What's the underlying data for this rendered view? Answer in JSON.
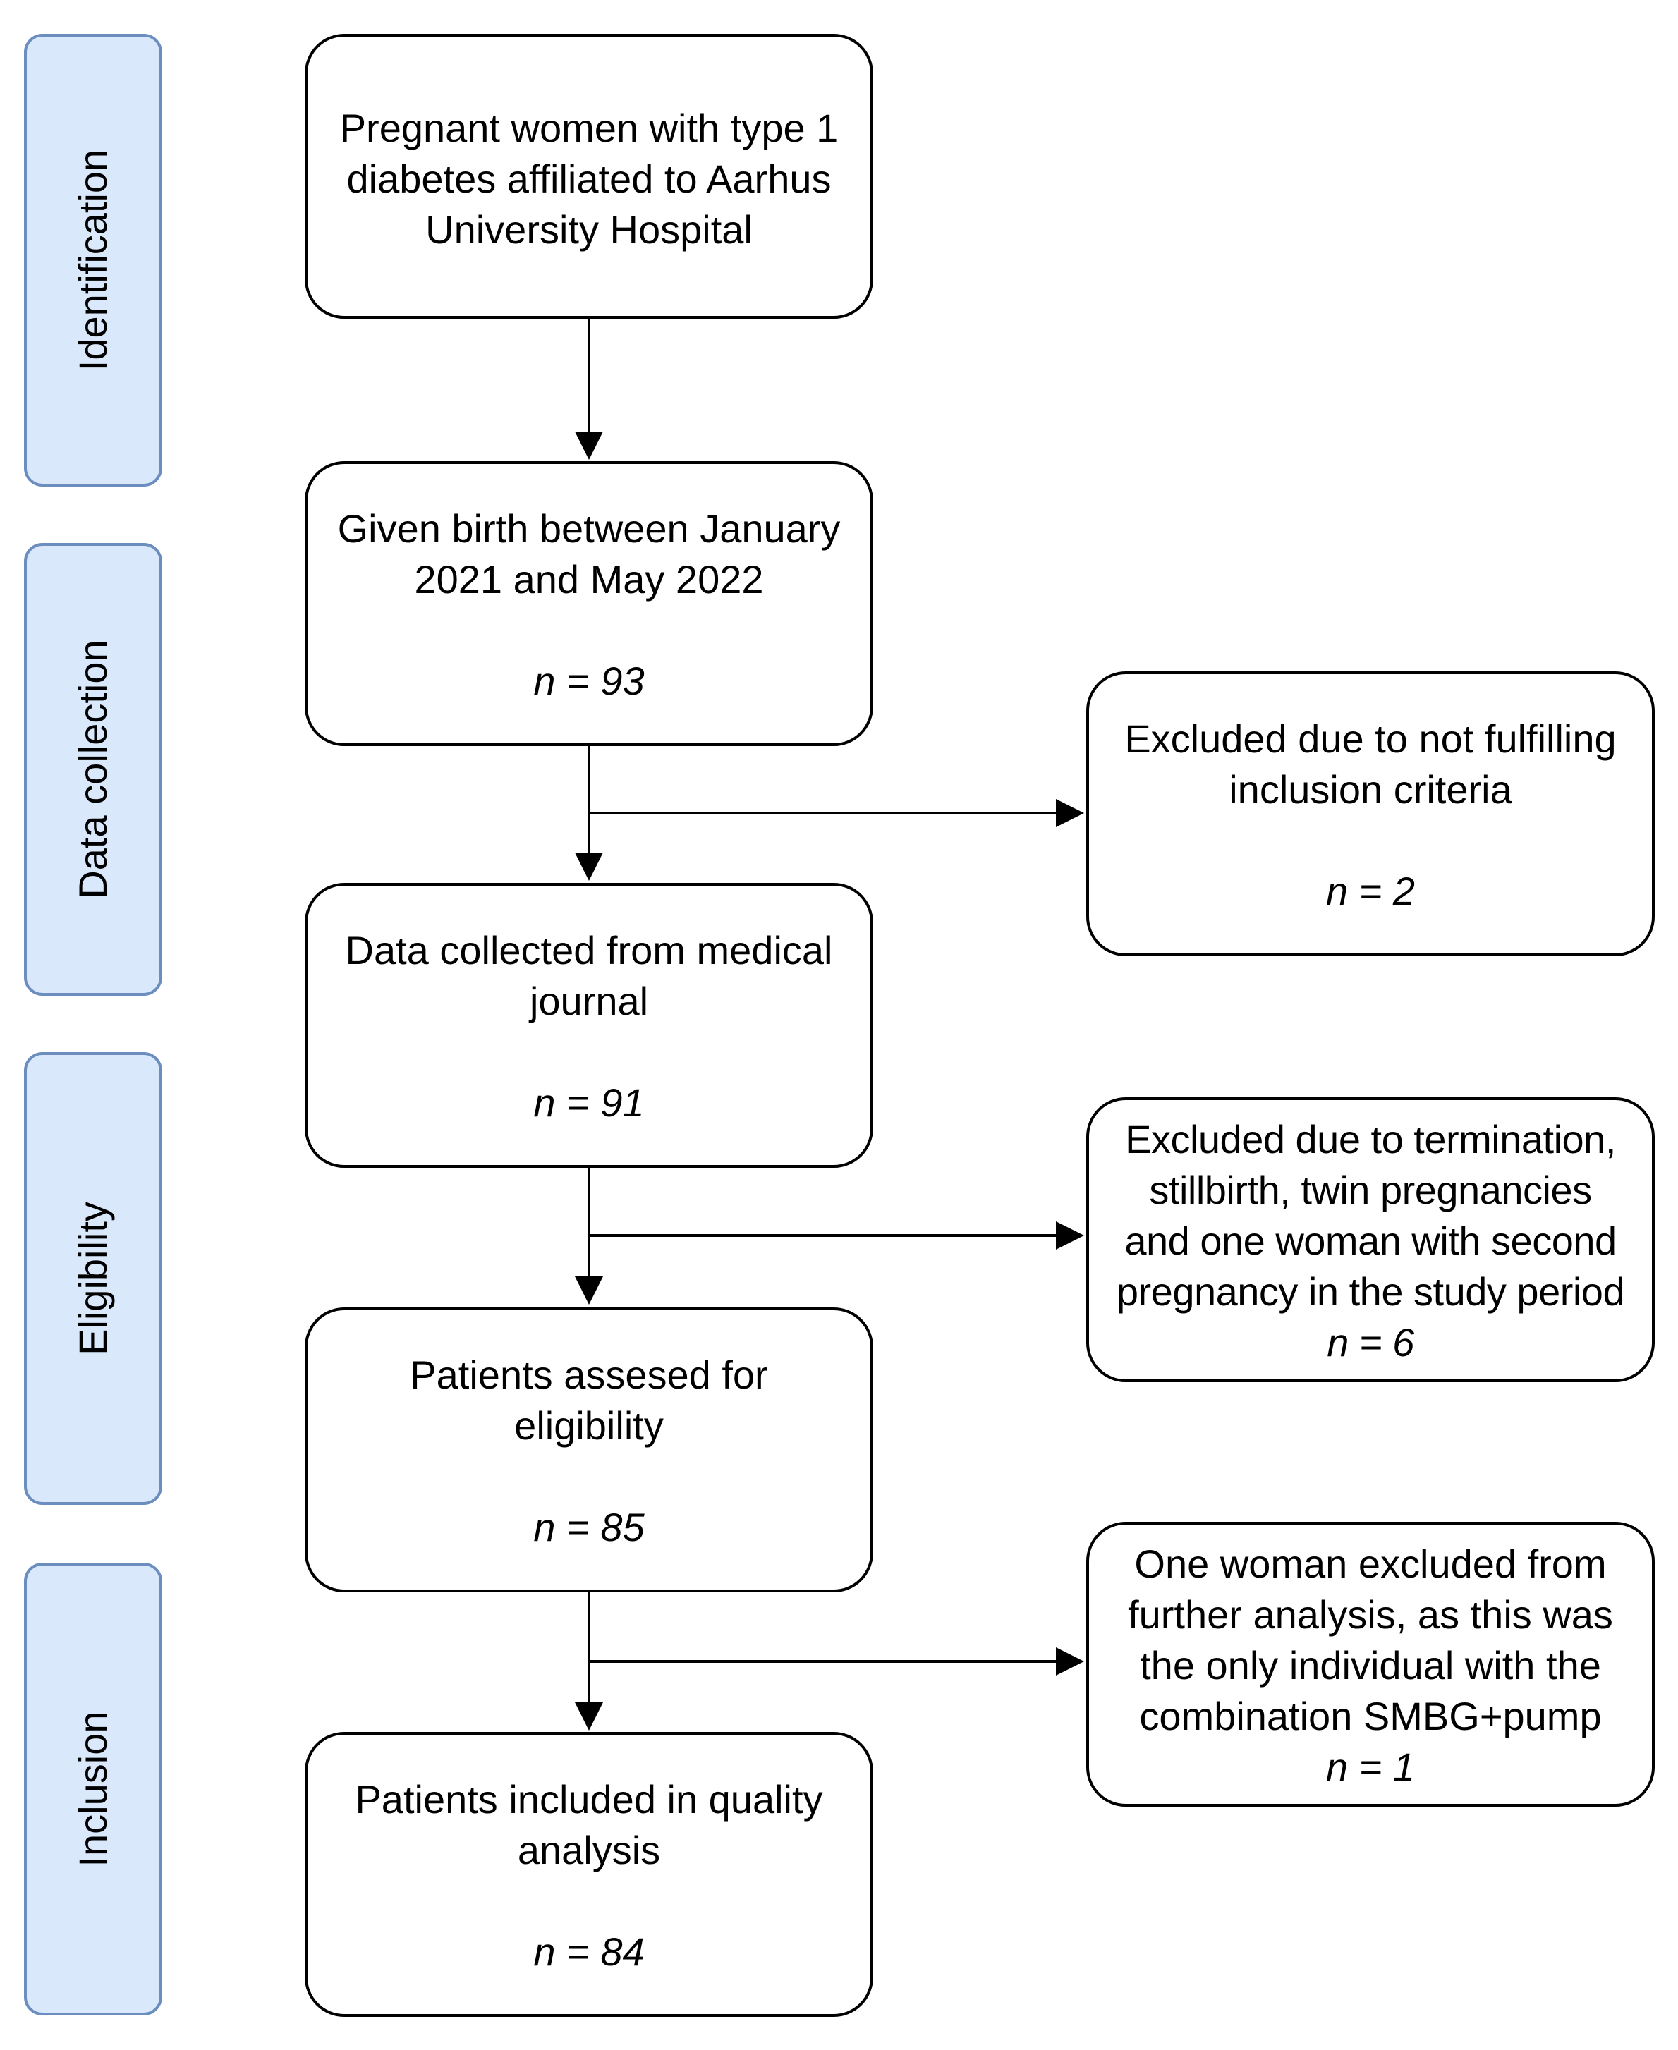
{
  "stages": [
    {
      "label": "Identification"
    },
    {
      "label": "Data collection"
    },
    {
      "label": "Eligibility"
    },
    {
      "label": "Inclusion"
    }
  ],
  "flow": {
    "identified": {
      "text": "Pregnant women with type 1\ndiabetes affiliated to Aarhus\nUniversity Hospital"
    },
    "births": {
      "text": "Given birth between January\n2021 and May 2022",
      "n": "n = 93"
    },
    "collected": {
      "text": "Data collected from medical\njournal",
      "n": "n = 91"
    },
    "assessed": {
      "text": "Patients assesed for\neligibility",
      "n": "n = 85"
    },
    "included": {
      "text": "Patients included in quality\nanalysis",
      "n": "n = 84"
    }
  },
  "exclusions": {
    "criteria": {
      "text": "Excluded due to not fulfilling\ninclusion criteria",
      "n": "n = 2"
    },
    "termination": {
      "text": "Excluded due to termination,\nstillbirth, twin pregnancies\nand one woman with second\npregnancy in the study period",
      "n": "n = 6"
    },
    "smbg_pump": {
      "text": "One woman excluded from\nfurther analysis, as this was\nthe only individual with the\ncombination SMBG+pump",
      "n": "n = 1"
    }
  }
}
